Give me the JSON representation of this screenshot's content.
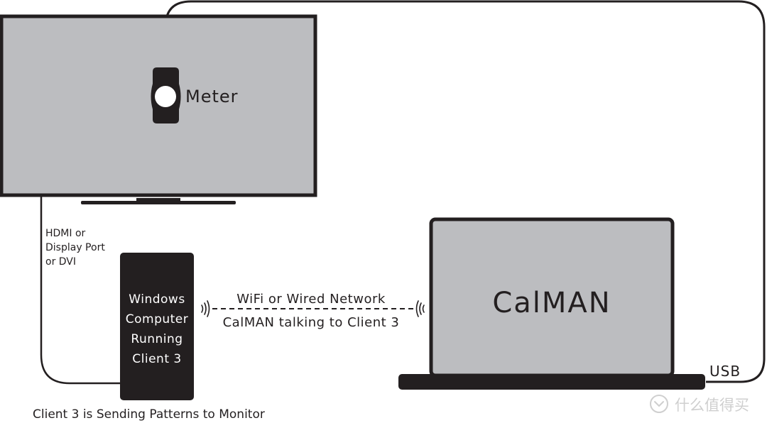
{
  "colors": {
    "background": "#ffffff",
    "outline": "#231f20",
    "screen_fill": "#bcbdc0",
    "device_fill": "#231f20",
    "light_text": "#ffffff",
    "dark_text": "#231f20",
    "watermark": "#cfcfcf"
  },
  "monitor": {
    "meter_label": "Meter"
  },
  "connection": {
    "video_label_line1": "HDMI or",
    "video_label_line2": "Display Port",
    "video_label_line3": "or DVI"
  },
  "client_computer": {
    "line1": "Windows",
    "line2": "Computer",
    "line3": "Running",
    "line4": "Client 3"
  },
  "network": {
    "label_top": "WiFi or Wired Network",
    "label_bottom": "CalMAN talking to Client 3"
  },
  "laptop": {
    "screen_label": "CalMAN",
    "usb_label": "USB"
  },
  "caption": "Client 3 is Sending Patterns to Monitor",
  "watermark": {
    "icon": "smzdm-logo-icon",
    "text": "什么值得买"
  }
}
